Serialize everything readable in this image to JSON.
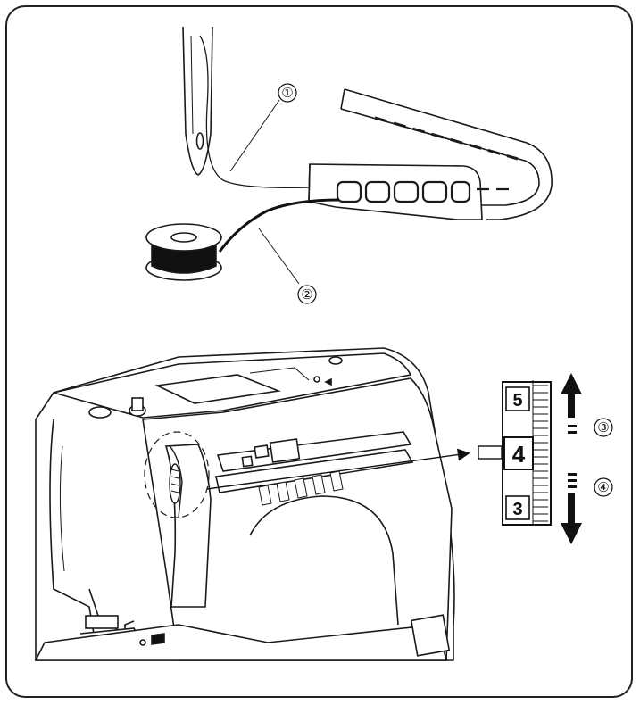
{
  "callouts": {
    "upper_thread": "①",
    "bobbin_thread": "②",
    "increase_tension": "③",
    "decrease_tension": "④"
  },
  "tension_dial": {
    "numbers": [
      "5",
      "4",
      "3"
    ],
    "current_setting": "4"
  },
  "colors": {
    "line": "#1a1a1a",
    "thread_dark": "#111111",
    "fill": "#ffffff"
  }
}
